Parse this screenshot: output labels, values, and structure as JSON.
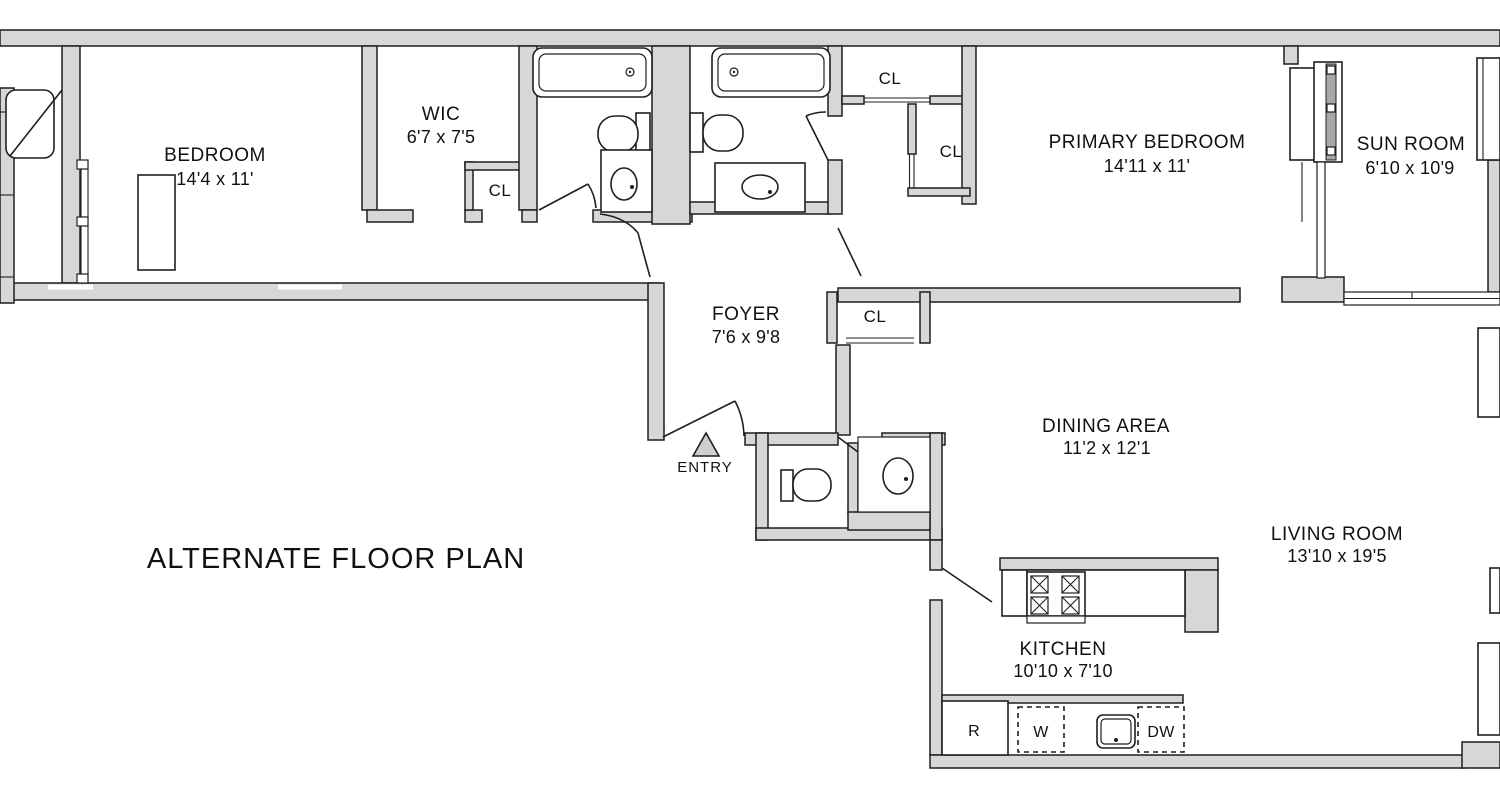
{
  "title": "ALTERNATE FLOOR PLAN",
  "rooms": {
    "bedroom": {
      "name": "BEDROOM",
      "dims": "14'4 x 11'"
    },
    "wic": {
      "name": "WIC",
      "dims": "6'7 x 7'5"
    },
    "primary_bedroom": {
      "name": "PRIMARY BEDROOM",
      "dims": "14'11 x 11'"
    },
    "sun_room": {
      "name": "SUN ROOM",
      "dims": "6'10 x 10'9"
    },
    "foyer": {
      "name": "FOYER",
      "dims": "7'6 x 9'8"
    },
    "dining_area": {
      "name": "DINING AREA",
      "dims": "11'2 x 12'1"
    },
    "living_room": {
      "name": "LIVING ROOM",
      "dims": "13'10 x 19'5"
    },
    "kitchen": {
      "name": "KITCHEN",
      "dims": "10'10 x 7'10"
    },
    "entry": {
      "label": "ENTRY"
    }
  },
  "closets": {
    "wic_closet": "CL",
    "hall_closet_upper": "CL",
    "hall_closet_lower": "CL",
    "foyer_closet": "CL"
  },
  "appliances": {
    "refrigerator": "R",
    "washer": "W",
    "dishwasher": "DW"
  },
  "colors": {
    "background": "#ffffff",
    "wall_fill": "#d7d7d7",
    "line": "#1f1f1f"
  }
}
